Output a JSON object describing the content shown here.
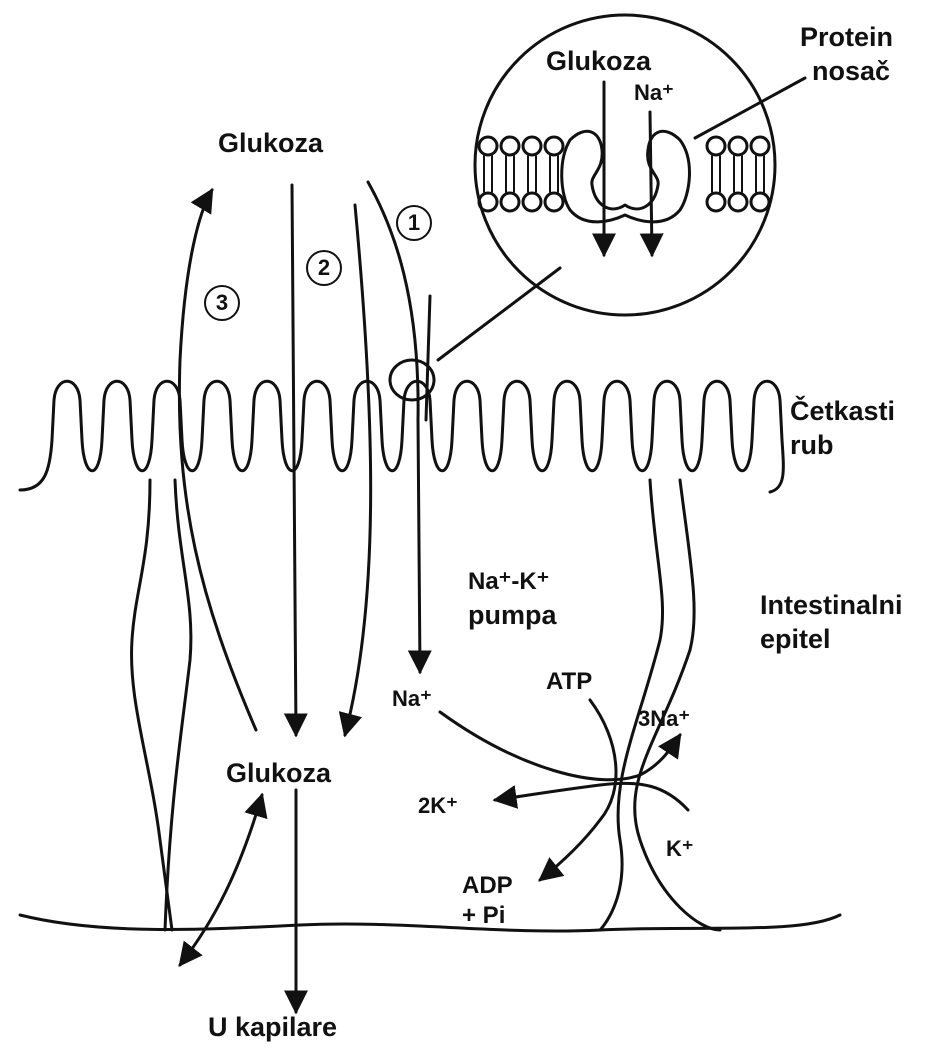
{
  "labels": {
    "glukoza_top": "Glukoza",
    "glukoza_inset": "Glukoza",
    "na_inset": "Na⁺",
    "protein_line1": "Protein",
    "protein_line2": "nosač",
    "cetkasti_line1": "Četkasti",
    "cetkasti_line2": "rub",
    "pump_line1": "Na⁺-K⁺",
    "pump_line2": "pumpa",
    "intestinal_line1": "Intestinalni",
    "intestinal_line2": "epitel",
    "na_cell": "Na⁺",
    "atp": "ATP",
    "three_na": "3Na⁺",
    "two_k": "2K⁺",
    "k": "K⁺",
    "adp_line1": "ADP",
    "adp_line2": "+ Pi",
    "glukoza_cell": "Glukoza",
    "u_kapilare": "U  kapilare"
  },
  "pathways": [
    "1",
    "2",
    "3"
  ],
  "colors": {
    "ink": "#111111",
    "background": "#ffffff"
  }
}
